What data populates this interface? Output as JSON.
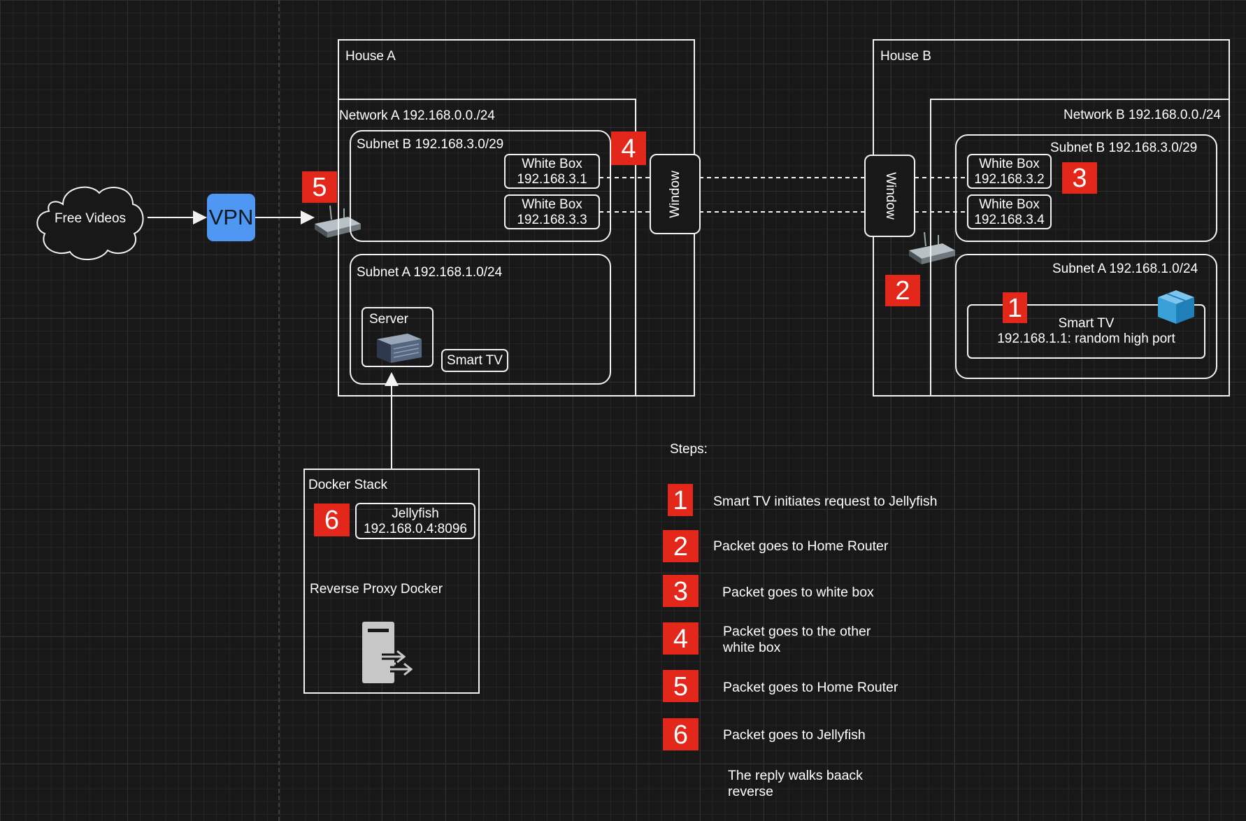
{
  "cloud": {
    "label": "Free Videos"
  },
  "vpn": {
    "label": "VPN",
    "color": "#4e97f2"
  },
  "house_a": {
    "title": "House A",
    "network": "Network A 192.168.0.0./24",
    "subnet_b": {
      "title": "Subnet B 192.168.3.0/29",
      "white_box_1": {
        "name": "White Box",
        "ip": "192.168.3.1"
      },
      "white_box_2": {
        "name": "White Box",
        "ip": "192.168.3.3"
      }
    },
    "subnet_a": {
      "title": "Subnet A 192.168.1.0/24",
      "server": "Server",
      "smart_tv": "Smart TV"
    },
    "window": "Window"
  },
  "house_b": {
    "title": "House B",
    "network": "Network B 192.168.0.0./24",
    "subnet_b": {
      "title": "Subnet B 192.168.3.0/29",
      "white_box_1": {
        "name": "White Box",
        "ip": "192.168.3.2"
      },
      "white_box_2": {
        "name": "White Box",
        "ip": "192.168.3.4"
      }
    },
    "subnet_a": {
      "title": "Subnet A 192.168.1.0/24",
      "smart_tv": {
        "name": "Smart TV",
        "ip": "192.168.1.1: random high port"
      }
    },
    "window": "Window"
  },
  "docker": {
    "title": "Docker Stack",
    "jellyfish": {
      "name": "Jellyfish",
      "ip": "192.168.0.4:8096"
    },
    "reverse_proxy": "Reverse Proxy Docker"
  },
  "badges": {
    "b1": "1",
    "b2": "2",
    "b3": "3",
    "b4": "4",
    "b5": "5",
    "b6": "6"
  },
  "steps": {
    "heading": "Steps:",
    "items": [
      {
        "num": "1",
        "text": "Smart TV initiates request to Jellyfish"
      },
      {
        "num": "2",
        "text": "Packet goes to Home Router"
      },
      {
        "num": "3",
        "text": "Packet goes to white box"
      },
      {
        "num": "4",
        "text": "Packet goes to the other white box"
      },
      {
        "num": "5",
        "text": "Packet goes to Home Router"
      },
      {
        "num": "6",
        "text": "Packet goes to Jellyfish"
      }
    ],
    "footer": "The reply walks baack reverse"
  },
  "colors": {
    "badge": "#e3271b",
    "background": "#181818",
    "line": "#f2f2f2",
    "box_icon": "#3aa0d8"
  }
}
